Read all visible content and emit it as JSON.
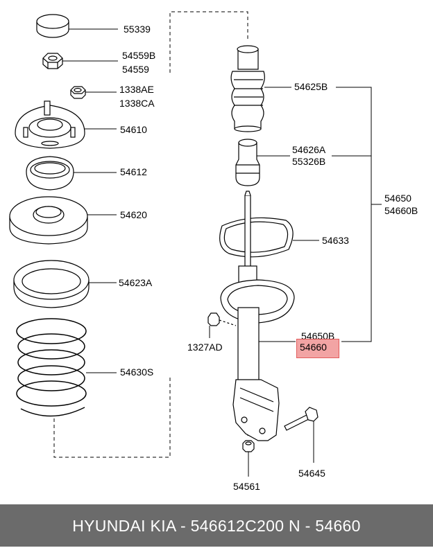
{
  "colors": {
    "line": "#000000",
    "highlight": "#e85a5a",
    "footer_bg": "#6b6b6b",
    "footer_text": "#ffffff"
  },
  "parts": [
    "55339",
    "54559B",
    "54559",
    "1338AE",
    "1338CA",
    "54610",
    "54612",
    "54620",
    "54623A",
    "54630S",
    "54625B",
    "54626A",
    "55326B",
    "54650",
    "54660B",
    "54633",
    "54650B",
    "54660",
    "1327AD",
    "54645",
    "54561"
  ],
  "footer": {
    "text": "HYUNDAI  KIA - 546612C200     N - 54660"
  }
}
